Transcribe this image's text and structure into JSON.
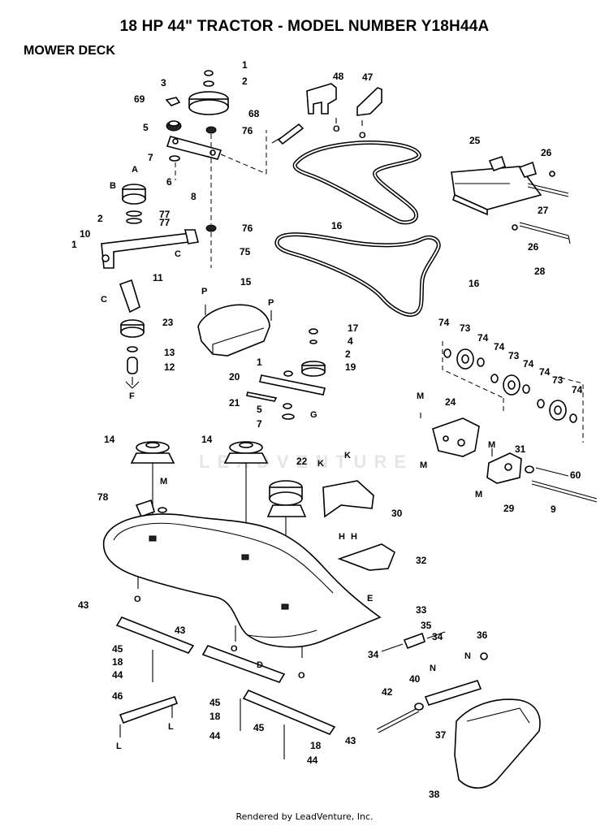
{
  "header": {
    "title": "18 HP 44\" TRACTOR - MODEL NUMBER Y18H44A",
    "subtitle": "MOWER DECK"
  },
  "watermark": "LEADVENTURE",
  "footer": "Rendered by LeadVenture, Inc.",
  "parts": [
    {
      "id": "p1a",
      "label": "1"
    },
    {
      "id": "p2a",
      "label": "2"
    },
    {
      "id": "p3",
      "label": "3"
    },
    {
      "id": "p69",
      "label": "69"
    },
    {
      "id": "p5a",
      "label": "5"
    },
    {
      "id": "p76a",
      "label": "76"
    },
    {
      "id": "p7a",
      "label": "7"
    },
    {
      "id": "p6",
      "label": "6"
    },
    {
      "id": "p8",
      "label": "8"
    },
    {
      "id": "p77a",
      "label": "77"
    },
    {
      "id": "p77b",
      "label": "77"
    },
    {
      "id": "p2b",
      "label": "2"
    },
    {
      "id": "p10",
      "label": "10"
    },
    {
      "id": "p1b",
      "label": "1"
    },
    {
      "id": "p76b",
      "label": "76"
    },
    {
      "id": "p75",
      "label": "75"
    },
    {
      "id": "p11",
      "label": "11"
    },
    {
      "id": "p23",
      "label": "23"
    },
    {
      "id": "p13",
      "label": "13"
    },
    {
      "id": "p12",
      "label": "12"
    },
    {
      "id": "p68",
      "label": "68"
    },
    {
      "id": "p48",
      "label": "48"
    },
    {
      "id": "p47",
      "label": "47"
    },
    {
      "id": "p16a",
      "label": "16"
    },
    {
      "id": "p16b",
      "label": "16"
    },
    {
      "id": "p25",
      "label": "25"
    },
    {
      "id": "p26a",
      "label": "26"
    },
    {
      "id": "p27",
      "label": "27"
    },
    {
      "id": "p26b",
      "label": "26"
    },
    {
      "id": "p28",
      "label": "28"
    },
    {
      "id": "p15",
      "label": "15"
    },
    {
      "id": "p17",
      "label": "17"
    },
    {
      "id": "p4",
      "label": "4"
    },
    {
      "id": "p2c",
      "label": "2"
    },
    {
      "id": "p1c",
      "label": "1"
    },
    {
      "id": "p19",
      "label": "19"
    },
    {
      "id": "p20",
      "label": "20"
    },
    {
      "id": "p21",
      "label": "21"
    },
    {
      "id": "p5b",
      "label": "5"
    },
    {
      "id": "p7b",
      "label": "7"
    },
    {
      "id": "p74a",
      "label": "74"
    },
    {
      "id": "p73a",
      "label": "73"
    },
    {
      "id": "p74b",
      "label": "74"
    },
    {
      "id": "p74c",
      "label": "74"
    },
    {
      "id": "p73b",
      "label": "73"
    },
    {
      "id": "p74d",
      "label": "74"
    },
    {
      "id": "p74e",
      "label": "74"
    },
    {
      "id": "p73c",
      "label": "73"
    },
    {
      "id": "p74f",
      "label": "74"
    },
    {
      "id": "p24",
      "label": "24"
    },
    {
      "id": "p31",
      "label": "31"
    },
    {
      "id": "p60",
      "label": "60"
    },
    {
      "id": "p29",
      "label": "29"
    },
    {
      "id": "p9",
      "label": "9"
    },
    {
      "id": "p14a",
      "label": "14"
    },
    {
      "id": "p14b",
      "label": "14"
    },
    {
      "id": "p22",
      "label": "22"
    },
    {
      "id": "p78",
      "label": "78"
    },
    {
      "id": "p30",
      "label": "30"
    },
    {
      "id": "p32",
      "label": "32"
    },
    {
      "id": "p33",
      "label": "33"
    },
    {
      "id": "p43a",
      "label": "43"
    },
    {
      "id": "p43b",
      "label": "43"
    },
    {
      "id": "p43c",
      "label": "43"
    },
    {
      "id": "p35",
      "label": "35"
    },
    {
      "id": "p34a",
      "label": "34"
    },
    {
      "id": "p34b",
      "label": "34"
    },
    {
      "id": "p36",
      "label": "36"
    },
    {
      "id": "p45a",
      "label": "45"
    },
    {
      "id": "p18a",
      "label": "18"
    },
    {
      "id": "p44a",
      "label": "44"
    },
    {
      "id": "p46",
      "label": "46"
    },
    {
      "id": "p40",
      "label": "40"
    },
    {
      "id": "p42",
      "label": "42"
    },
    {
      "id": "p37",
      "label": "37"
    },
    {
      "id": "p45b",
      "label": "45"
    },
    {
      "id": "p18b",
      "label": "18"
    },
    {
      "id": "p44b",
      "label": "44"
    },
    {
      "id": "p45c",
      "label": "45"
    },
    {
      "id": "p18c",
      "label": "18"
    },
    {
      "id": "p44c",
      "label": "44"
    },
    {
      "id": "p38",
      "label": "38"
    }
  ],
  "refs": [
    {
      "id": "rA1",
      "label": "A"
    },
    {
      "id": "rB",
      "label": "B"
    },
    {
      "id": "rC1",
      "label": "C"
    },
    {
      "id": "rC2",
      "label": "C"
    },
    {
      "id": "rF",
      "label": "F"
    },
    {
      "id": "rO1",
      "label": "O"
    },
    {
      "id": "rO2",
      "label": "O"
    },
    {
      "id": "rP1",
      "label": "P"
    },
    {
      "id": "rP2",
      "label": "P"
    },
    {
      "id": "rG",
      "label": "G"
    },
    {
      "id": "rM1",
      "label": "M"
    },
    {
      "id": "rM2",
      "label": "M"
    },
    {
      "id": "rM3",
      "label": "M"
    },
    {
      "id": "rM4",
      "label": "M"
    },
    {
      "id": "rM5",
      "label": "M"
    },
    {
      "id": "rK1",
      "label": "K"
    },
    {
      "id": "rK2",
      "label": "K"
    },
    {
      "id": "rH1",
      "label": "H"
    },
    {
      "id": "rH2",
      "label": "H"
    },
    {
      "id": "rE",
      "label": "E"
    },
    {
      "id": "rO3",
      "label": "O"
    },
    {
      "id": "rO4",
      "label": "O"
    },
    {
      "id": "rO5",
      "label": "O"
    },
    {
      "id": "rD",
      "label": "D"
    },
    {
      "id": "rN1",
      "label": "N"
    },
    {
      "id": "rN2",
      "label": "N"
    },
    {
      "id": "rL1",
      "label": "L"
    },
    {
      "id": "rL2",
      "label": "L"
    }
  ]
}
